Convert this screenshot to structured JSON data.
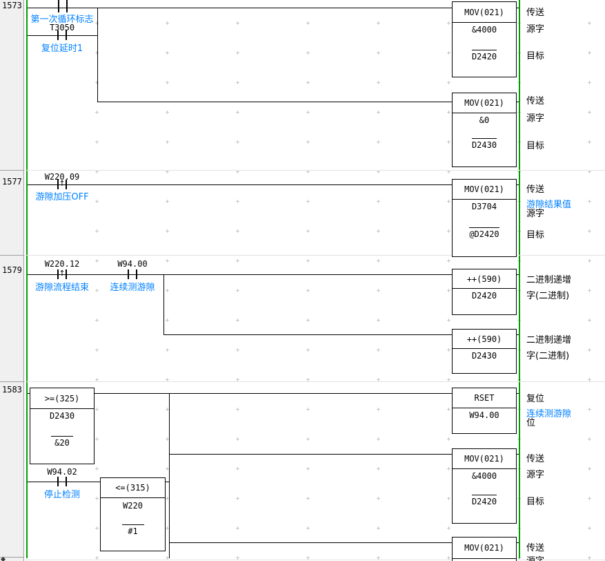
{
  "editor": {
    "icons": {
      "rising_edge": "↑"
    },
    "colors": {
      "rail_green": "#00A000",
      "comment_blue": "#0080FF",
      "wire_black": "#000000"
    },
    "rungs": [
      {
        "number": "1573",
        "contacts": [
          {
            "operand": "",
            "comment": "第一次循环标志",
            "type": "normal"
          },
          {
            "operand": "T3050",
            "comment": "复位延时1",
            "type": "normal"
          }
        ],
        "instructions": [
          {
            "mnemonic": "MOV(021)",
            "operands": [
              "&4000",
              "D2420"
            ],
            "labels": [
              "传送",
              "源字",
              "目标"
            ]
          },
          {
            "mnemonic": "MOV(021)",
            "operands": [
              "&0",
              "D2430"
            ],
            "labels": [
              "传送",
              "源字",
              "目标"
            ]
          }
        ]
      },
      {
        "number": "1577",
        "contacts": [
          {
            "operand": "W220.09",
            "comment": "游隙加压OFF",
            "type": "rising"
          }
        ],
        "instructions": [
          {
            "mnemonic": "MOV(021)",
            "operands": [
              "D3704",
              "@D2420"
            ],
            "operand_comment": "游隙结果值",
            "labels": [
              "传送",
              "源字",
              "目标"
            ]
          }
        ]
      },
      {
        "number": "1579",
        "contacts": [
          {
            "operand": "W220.12",
            "comment": "游隙流程结束",
            "type": "rising"
          },
          {
            "operand": "W94.00",
            "comment": "连续测游隙",
            "type": "normal"
          }
        ],
        "instructions": [
          {
            "mnemonic": "++(590)",
            "operands": [
              "D2420"
            ],
            "labels": [
              "二进制递增",
              "字(二进制)"
            ]
          },
          {
            "mnemonic": "++(590)",
            "operands": [
              "D2430"
            ],
            "labels": [
              "二进制递增",
              "字(二进制)"
            ]
          }
        ]
      },
      {
        "number": "1583",
        "contacts": [
          {
            "operand": "W94.02",
            "comment": "停止检测",
            "type": "normal"
          }
        ],
        "comparisons": [
          {
            "mnemonic": ">=(325)",
            "operands": [
              "D2430",
              "&20"
            ]
          },
          {
            "mnemonic": "<=(315)",
            "operands": [
              "W220",
              "#1"
            ]
          }
        ],
        "instructions": [
          {
            "mnemonic": "RSET",
            "operands": [
              "W94.00"
            ],
            "operand_comment": "连续测游隙",
            "labels": [
              "复位",
              "位"
            ]
          },
          {
            "mnemonic": "MOV(021)",
            "operands": [
              "&4000",
              "D2420"
            ],
            "labels": [
              "传送",
              "源字",
              "目标"
            ]
          },
          {
            "mnemonic": "MOV(021)",
            "operands": [],
            "labels": [
              "传送",
              "源字"
            ]
          }
        ]
      }
    ]
  }
}
